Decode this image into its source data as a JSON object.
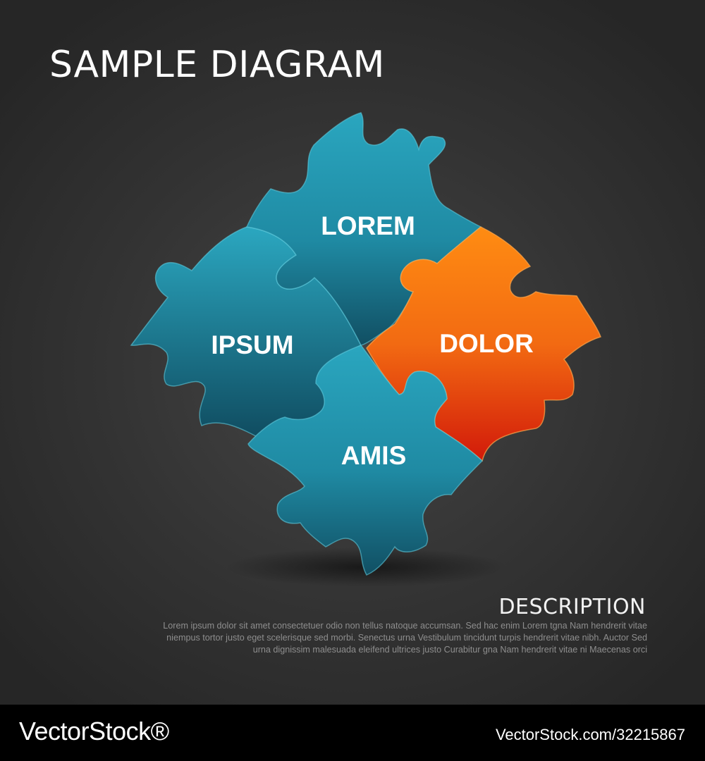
{
  "title": "SAMPLE DIAGRAM",
  "pieces": [
    {
      "label": "LOREM",
      "color": "#2a9db5"
    },
    {
      "label": "IPSUM",
      "color": "#2a9db5"
    },
    {
      "label": "DOLOR",
      "color": "#f07d12"
    },
    {
      "label": "AMIS",
      "color": "#2a9db5"
    }
  ],
  "description": {
    "heading": "DESCRIPTION",
    "lines": [
      "Lorem ipsum dolor sit amet consectetuer odio non tellus natoque accumsan. Sed hac enim Lorem tgna Nam hendrerit vitae",
      "niempus tortor justo eget scelerisque sed morbi. Senectus urna Vestibulum tincidunt turpis  hendrerit vitae nibh. Auctor Sed",
      "urna dignissim malesuada eleifend ultrices justo Curabitur gna Nam hendrerit vitae ni Maecenas orci"
    ]
  },
  "footer": {
    "brand": "VectorStock®",
    "id": "VectorStock.com/32215867"
  }
}
